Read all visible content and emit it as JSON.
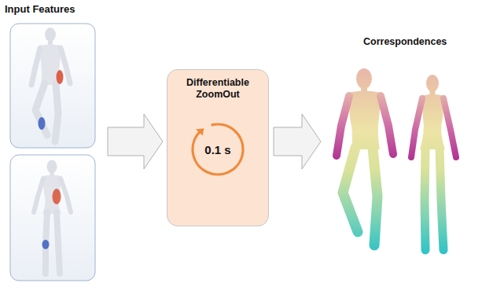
{
  "diagram": {
    "nodes": [
      {
        "text": [
          "Differentiable ZoomOut",
          "0.1 s"
        ]
      }
    ],
    "labels": [
      "Input Features",
      "Correspondences"
    ]
  }
}
